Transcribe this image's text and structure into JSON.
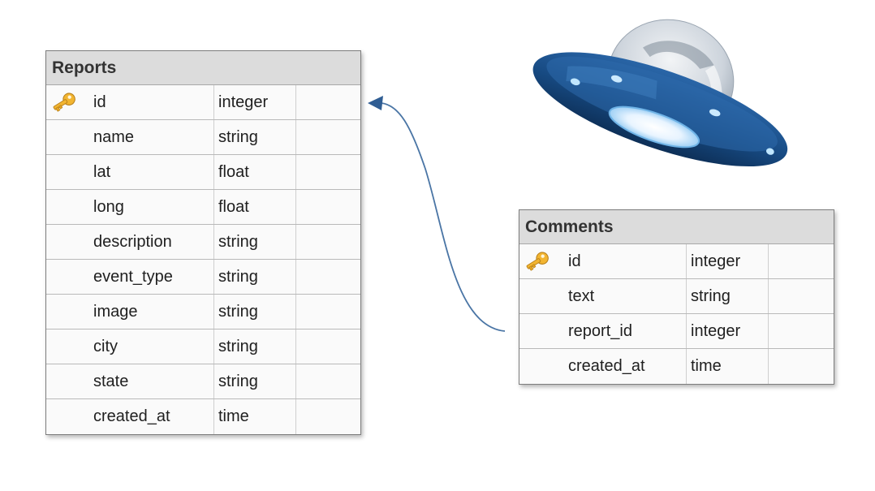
{
  "reports": {
    "title": "Reports",
    "rows": [
      {
        "name": "id",
        "type": "integer",
        "primary_key": true
      },
      {
        "name": "name",
        "type": "string",
        "primary_key": false
      },
      {
        "name": "lat",
        "type": "float",
        "primary_key": false
      },
      {
        "name": "long",
        "type": "float",
        "primary_key": false
      },
      {
        "name": "description",
        "type": "string",
        "primary_key": false
      },
      {
        "name": "event_type",
        "type": "string",
        "primary_key": false
      },
      {
        "name": "image",
        "type": "string",
        "primary_key": false
      },
      {
        "name": "city",
        "type": "string",
        "primary_key": false
      },
      {
        "name": "state",
        "type": "string",
        "primary_key": false
      },
      {
        "name": "created_at",
        "type": "time",
        "primary_key": false
      }
    ]
  },
  "comments": {
    "title": "Comments",
    "rows": [
      {
        "name": "id",
        "type": "integer",
        "primary_key": true
      },
      {
        "name": "text",
        "type": "string",
        "primary_key": false
      },
      {
        "name": "report_id",
        "type": "integer",
        "primary_key": false
      },
      {
        "name": "created_at",
        "type": "time",
        "primary_key": false
      }
    ]
  },
  "relationship": {
    "from": "comments",
    "to": "reports"
  },
  "colors": {
    "header_bg": "#dcdcdc",
    "arrow": "#4a75a5",
    "key_icon": "#f0b428",
    "ufo_saucer": "#1d4f85",
    "ufo_dome": "#d7dde4"
  },
  "icons": {
    "primary_key": "key-icon",
    "decoration": "ufo-icon"
  }
}
